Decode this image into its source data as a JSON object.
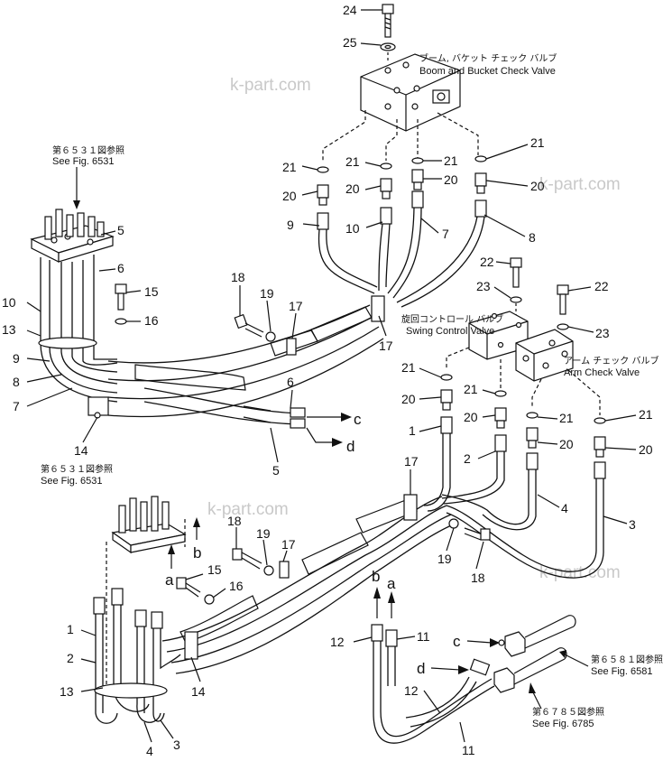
{
  "callouts": {
    "n1a": "1",
    "n1b": "1",
    "n2a": "2",
    "n2b": "2",
    "n3a": "3",
    "n3b": "3",
    "n4a": "4",
    "n4b": "4",
    "n5a": "5",
    "n5b": "5",
    "n6a": "6",
    "n6b": "6",
    "n7a": "7",
    "n7b": "7",
    "n8a": "8",
    "n8b": "8",
    "n9a": "9",
    "n9b": "9",
    "n10a": "10",
    "n10b": "10",
    "n11a": "11",
    "n11b": "11",
    "n12a": "12",
    "n12b": "12",
    "n13a": "13",
    "n13b": "13",
    "n14a": "14",
    "n14b": "14",
    "n15a": "15",
    "n15b": "15",
    "n16a": "16",
    "n16b": "16",
    "n17a": "17",
    "n17b": "17",
    "n17c": "17",
    "n17d": "17",
    "n18a": "18",
    "n18b": "18",
    "n18c": "18",
    "n19a": "19",
    "n19b": "19",
    "n19c": "19",
    "n20a": "20",
    "n20b": "20",
    "n20c": "20",
    "n20d": "20",
    "n20e": "20",
    "n20f": "20",
    "n20g": "20",
    "n20h": "20",
    "n21a": "21",
    "n21b": "21",
    "n21c": "21",
    "n21d": "21",
    "n21e": "21",
    "n21f": "21",
    "n21g": "21",
    "n21h": "21",
    "n22a": "22",
    "n22b": "22",
    "n23a": "23",
    "n23b": "23",
    "n24": "24",
    "n25": "25"
  },
  "letters": {
    "a1": "a",
    "a2": "a",
    "b1": "b",
    "b2": "b",
    "c1": "c",
    "c2": "c",
    "d1": "d",
    "d2": "d"
  },
  "labels": {
    "boom_jp": "ブーム, バケット チェック バルブ",
    "boom_en": "Boom and Bucket Check Valve",
    "swing_jp": "旋回コントロール バルブ",
    "swing_en": "Swing Control Valve",
    "arm_jp": "アーム チェック バルブ",
    "arm_en": "Arm Check Valve",
    "ref1_jp": "第６５３１図参照",
    "ref1_en": "See Fig. 6531",
    "ref2_jp": "第６５３１図参照",
    "ref2_en": "See Fig. 6531",
    "ref3_jp": "第６５８１図参照",
    "ref3_en": "See Fig. 6581",
    "ref4_jp": "第６７８５図参照",
    "ref4_en": "See Fig. 6785"
  },
  "watermarks": {
    "w1": "k-part.com",
    "w2": "k-part.com",
    "w3": "k-part.com",
    "w4": "k-part.com"
  }
}
